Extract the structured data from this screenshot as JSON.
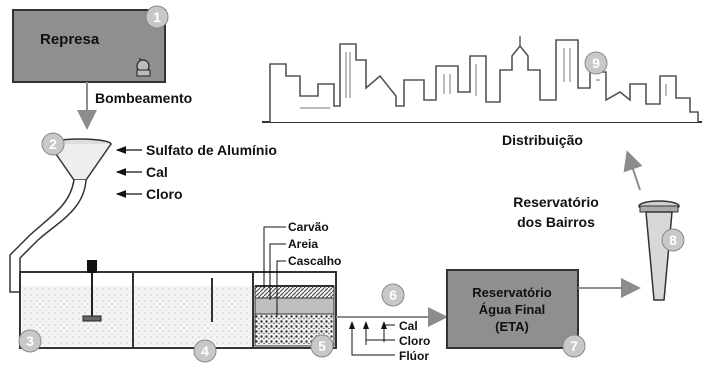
{
  "labels": {
    "represa": "Represa",
    "bombeamento": "Bombeamento",
    "sulfato": "Sulfato de Alumínio",
    "cal": "Cal",
    "cloro": "Cloro",
    "carvao": "Carvão",
    "areia": "Areia",
    "cascalho": "Cascalho",
    "cal2": "Cal",
    "cloro2": "Cloro",
    "fluor": "Flúor",
    "reservatorio_final_l1": "Reservatório",
    "reservatorio_final_l2": "Água Final",
    "reservatorio_final_l3": "(ETA)",
    "reservatorio_bairros_l1": "Reservatório",
    "reservatorio_bairros_l2": "dos Bairros",
    "distribuicao": "Distribuição"
  },
  "steps": [
    "1",
    "2",
    "3",
    "4",
    "5",
    "6",
    "7",
    "8",
    "9"
  ],
  "colors": {
    "box_fill": "#8f8f8f",
    "badge_fill": "#c8c8c8",
    "line": "#333333",
    "arrow_gray": "#888888",
    "tank_fill": "#e2e2e2"
  }
}
